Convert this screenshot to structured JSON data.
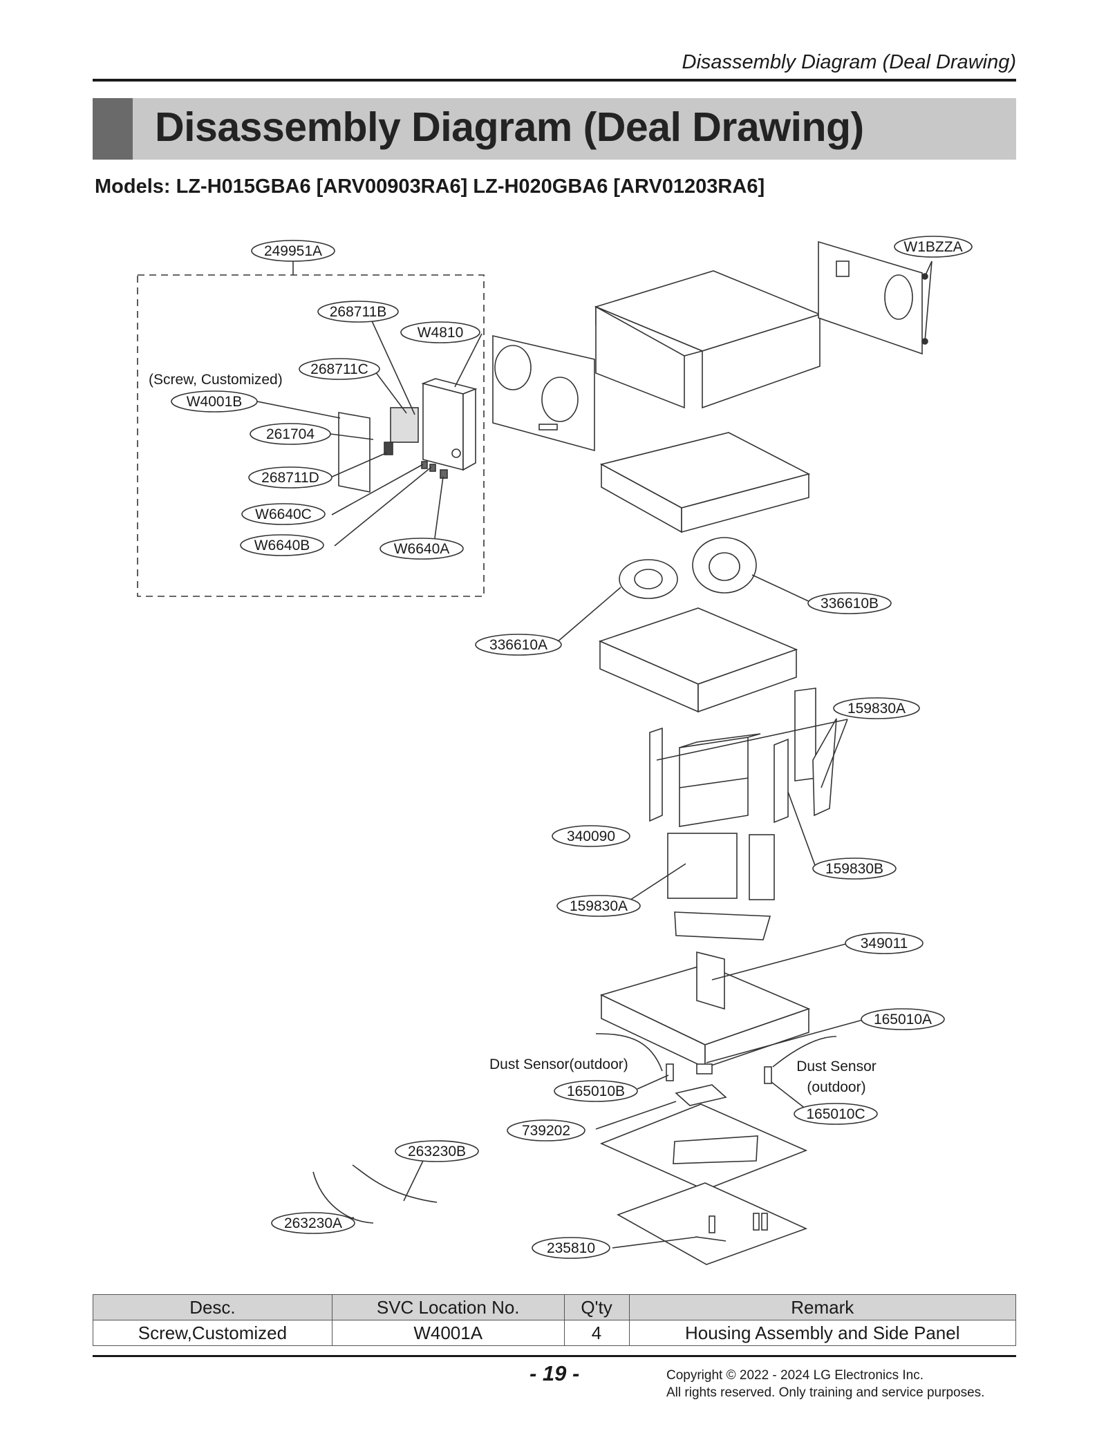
{
  "header": {
    "running_title": "Disassembly Diagram (Deal Drawing)",
    "title": "Disassembly Diagram (Deal Drawing)",
    "models": "Models: LZ-H015GBA6 [ARV00903RA6] LZ-H020GBA6 [ARV01203RA6]"
  },
  "diagram": {
    "callouts": {
      "c249951A": "249951A",
      "cW1BZZA": "W1BZZA",
      "c268711B": "268711B",
      "cW4810": "W4810",
      "c268711C": "268711C",
      "cW4001B": "W4001B",
      "c261704": "261704",
      "c268711D": "268711D",
      "cW6640C": "W6640C",
      "cW6640B": "W6640B",
      "cW6640A": "W6640A",
      "c336610B": "336610B",
      "c336610A": "336610A",
      "c159830A_1": "159830A",
      "c340090": "340090",
      "c159830B": "159830B",
      "c159830A_2": "159830A",
      "c349011": "349011",
      "c165010A": "165010A",
      "c165010B": "165010B",
      "c165010C": "165010C",
      "c739202": "739202",
      "c263230B": "263230B",
      "c263230A": "263230A",
      "c235810": "235810"
    },
    "notes": {
      "screw": "(Screw, Customized)",
      "dust_left": "Dust Sensor(outdoor)",
      "dust_right_1": "Dust Sensor",
      "dust_right_2": "(outdoor)"
    }
  },
  "table": {
    "headers": [
      "Desc.",
      "SVC Location No.",
      "Q'ty",
      "Remark"
    ],
    "rows": [
      [
        "Screw,Customized",
        "W4001A",
        "4",
        "Housing Assembly and Side Panel"
      ]
    ]
  },
  "footer": {
    "page": "- 19 -",
    "copyright_1": "Copyright © 2022 - 2024 LG Electronics Inc.",
    "copyright_2": "All rights reserved. Only training and service purposes."
  }
}
